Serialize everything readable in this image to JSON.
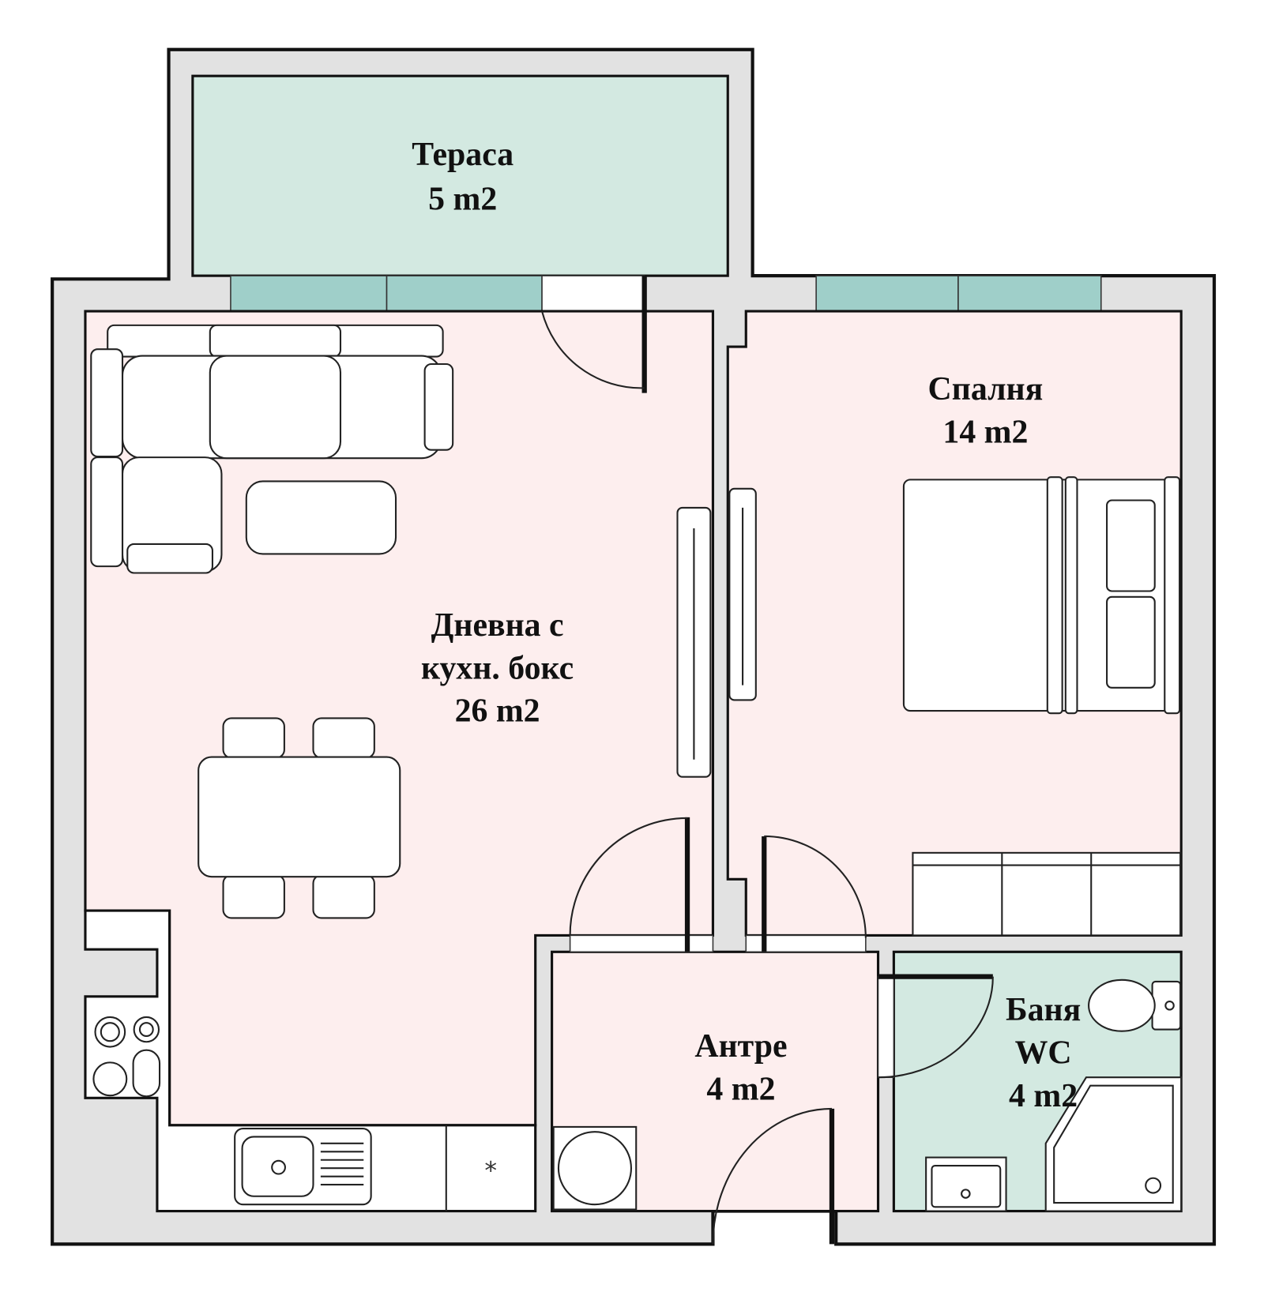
{
  "colors": {
    "wall": "#e2e2e2",
    "living_area": "#fdeeee",
    "wet_area": "#d3e9e1",
    "window": "#9fcfc9"
  },
  "rooms": {
    "terrace": {
      "name": "Тераса",
      "area": "5 m2"
    },
    "living": {
      "name_line1": "Дневна с",
      "name_line2": "кухн. бокс",
      "area": "26 m2"
    },
    "bedroom": {
      "name": "Спалня",
      "area": "14 m2"
    },
    "hall": {
      "name": "Антре",
      "area": "4 m2"
    },
    "bathroom": {
      "name_line1": "Баня",
      "name_line2": "WC",
      "area": "4 m2"
    }
  }
}
